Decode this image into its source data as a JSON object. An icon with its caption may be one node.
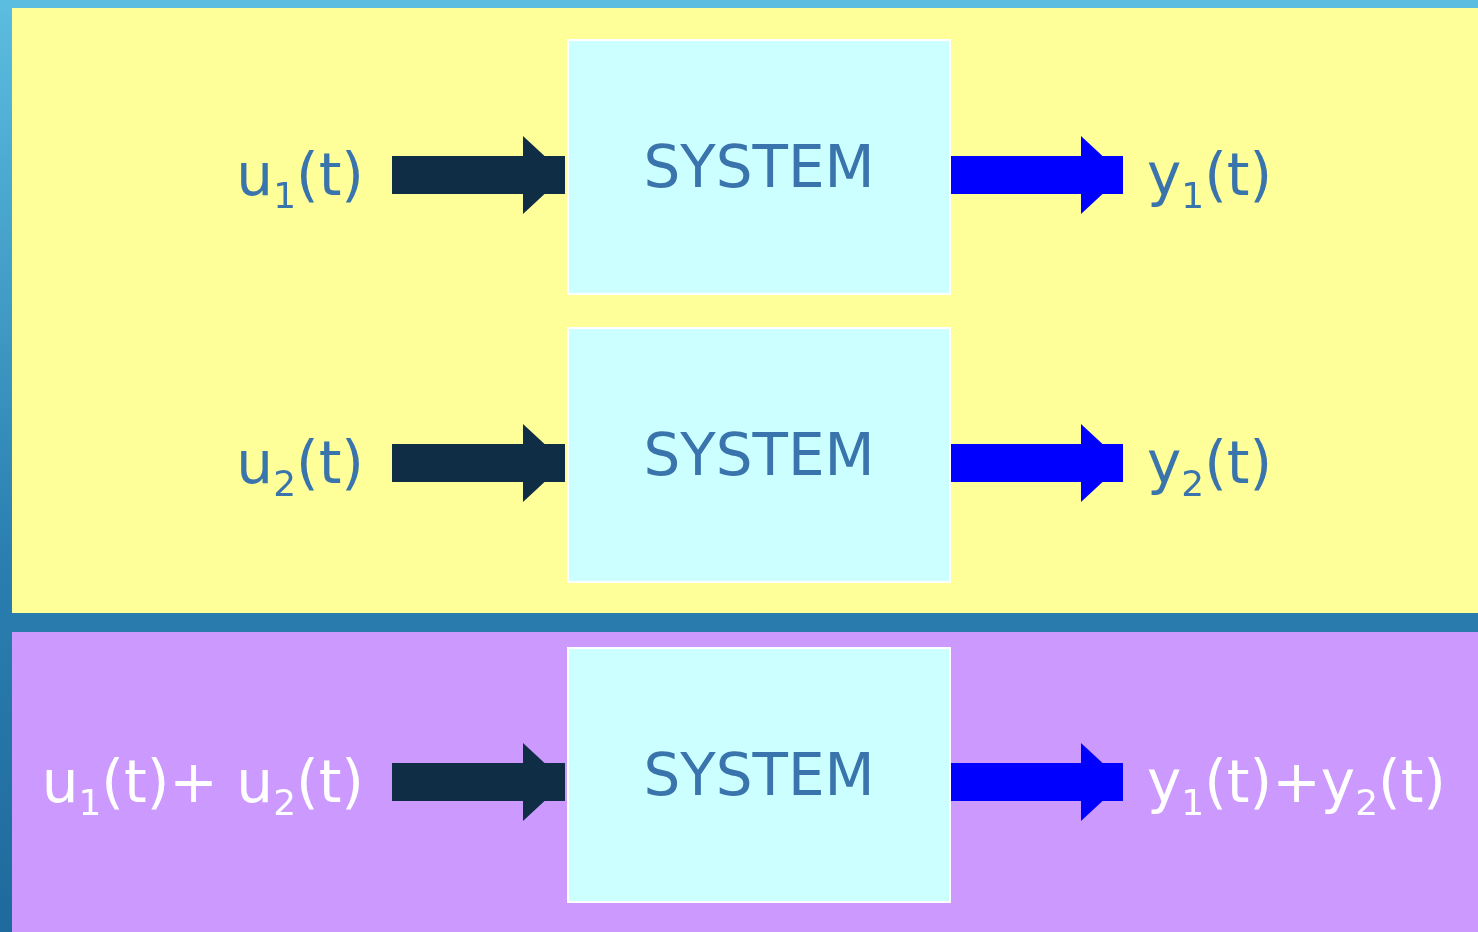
{
  "diagram": {
    "nodes": [
      {
        "text": [
          "u$_{1}$(t)"
        ]
      },
      {
        "text": [
          "SYSTEM"
        ]
      },
      {
        "text": [
          "y$_{1}$(t)"
        ]
      },
      {
        "text": [
          "u$_{2}$(t)"
        ]
      },
      {
        "text": [
          "SYSTEM"
        ]
      },
      {
        "text": [
          "y$_{2}$(t)"
        ]
      },
      {
        "text": [
          "u$_{1}$(t)+ u$_{2}$(t)"
        ]
      },
      {
        "text": [
          "SYSTEM"
        ]
      },
      {
        "text": [
          "y$_{1}$(t)+y$_{2}$(t)"
        ]
      }
    ],
    "edges": [
      {
        "from": 0,
        "to": 1,
        "arrow": "to",
        "color": "#0f2d44"
      },
      {
        "from": 1,
        "to": 2,
        "arrow": "to",
        "color": "#0000ff"
      },
      {
        "from": 3,
        "to": 4,
        "arrow": "to",
        "color": "#0f2d44"
      },
      {
        "from": 4,
        "to": 5,
        "arrow": "to",
        "color": "#0000ff"
      },
      {
        "from": 6,
        "to": 7,
        "arrow": "to",
        "color": "#0f2d44"
      },
      {
        "from": 7,
        "to": 8,
        "arrow": "to",
        "color": "#0000ff"
      }
    ]
  }
}
